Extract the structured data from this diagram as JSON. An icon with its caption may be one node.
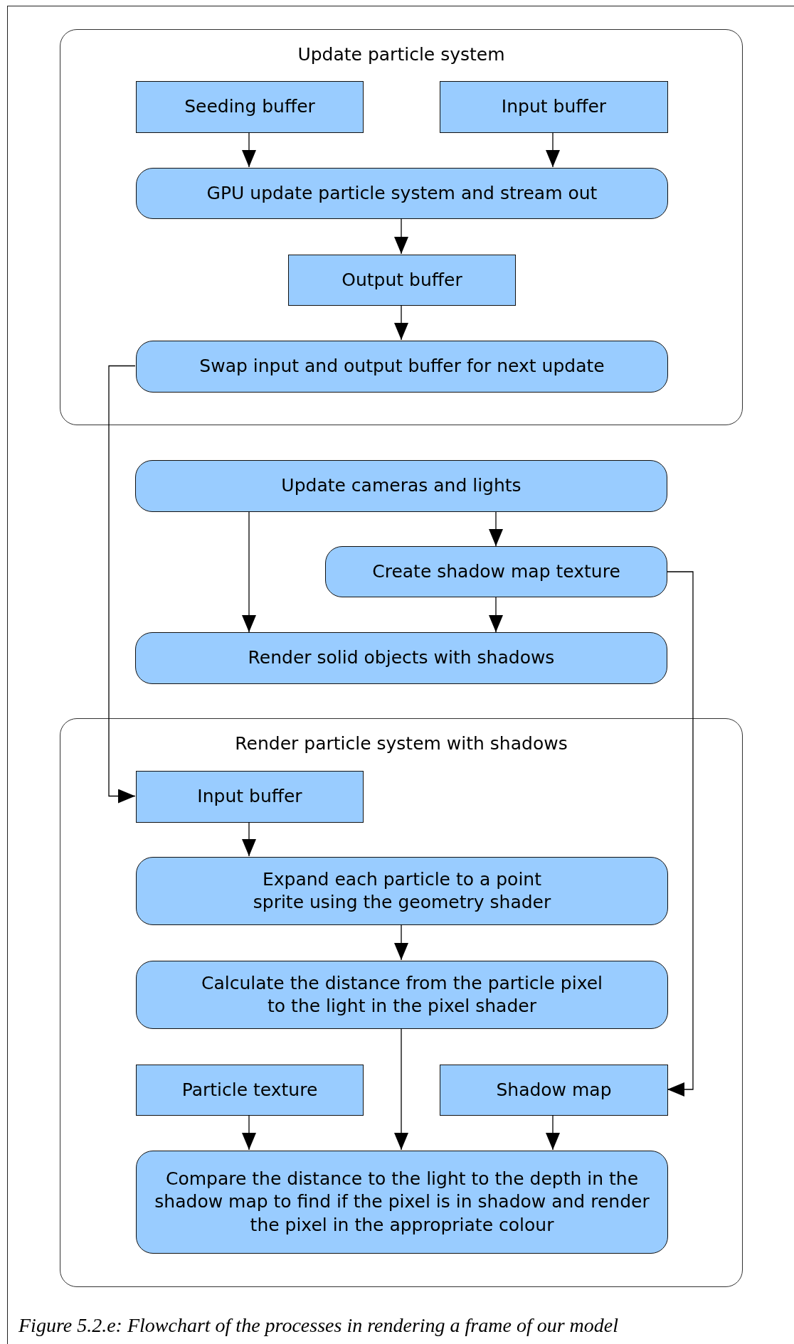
{
  "diagram": {
    "caption": "Figure 5.2.e: Flowchart of the processes in rendering a frame of our model",
    "nodes": [
      {
        "text": [
          "Update particle system"
        ]
      },
      {
        "text": [
          "Seeding buffer"
        ],
        "in": 0
      },
      {
        "text": [
          "Input buffer"
        ],
        "in": 0
      },
      {
        "text": [
          "GPU update particle system and stream out"
        ],
        "in": 0
      },
      {
        "text": [
          "Output buffer"
        ],
        "in": 0
      },
      {
        "text": [
          "Swap input and output buffer for next update"
        ],
        "in": 0
      },
      {
        "text": [
          "Update cameras and lights"
        ]
      },
      {
        "text": [
          "Create shadow map texture"
        ]
      },
      {
        "text": [
          "Render solid objects with shadows"
        ]
      },
      {
        "text": [
          "Render particle system with shadows"
        ]
      },
      {
        "text": [
          "Input buffer"
        ],
        "in": 9
      },
      {
        "text": [
          "Expand each particle to a point sprite using the geometry shader"
        ],
        "in": 9
      },
      {
        "text": [
          "Calculate the distance from the particle pixel to the light in the pixel shader"
        ],
        "in": 9
      },
      {
        "text": [
          "Particle texture"
        ],
        "in": 9
      },
      {
        "text": [
          "Shadow map"
        ],
        "in": 9
      },
      {
        "text": [
          "Compare the distance to the light to the depth in the shadow map to find if the pixel is in shadow and render the pixel in the appropriate colour"
        ],
        "in": 9
      }
    ],
    "edges": [
      {
        "from": 1,
        "to": 3,
        "arrow": "to"
      },
      {
        "from": 2,
        "to": 3,
        "arrow": "to"
      },
      {
        "from": 3,
        "to": 4,
        "arrow": "to"
      },
      {
        "from": 4,
        "to": 5,
        "arrow": "to"
      },
      {
        "from": 5,
        "to": 10,
        "arrow": "to"
      },
      {
        "from": 6,
        "to": 8,
        "arrow": "to"
      },
      {
        "from": 6,
        "to": 7,
        "arrow": "to"
      },
      {
        "from": 7,
        "to": 8,
        "arrow": "to"
      },
      {
        "from": 7,
        "to": 14,
        "arrow": "to"
      },
      {
        "from": 10,
        "to": 11,
        "arrow": "to"
      },
      {
        "from": 11,
        "to": 12,
        "arrow": "to"
      },
      {
        "from": 12,
        "to": 15,
        "arrow": "to"
      },
      {
        "from": 13,
        "to": 15,
        "arrow": "to"
      },
      {
        "from": 14,
        "to": 15,
        "arrow": "to"
      }
    ]
  }
}
